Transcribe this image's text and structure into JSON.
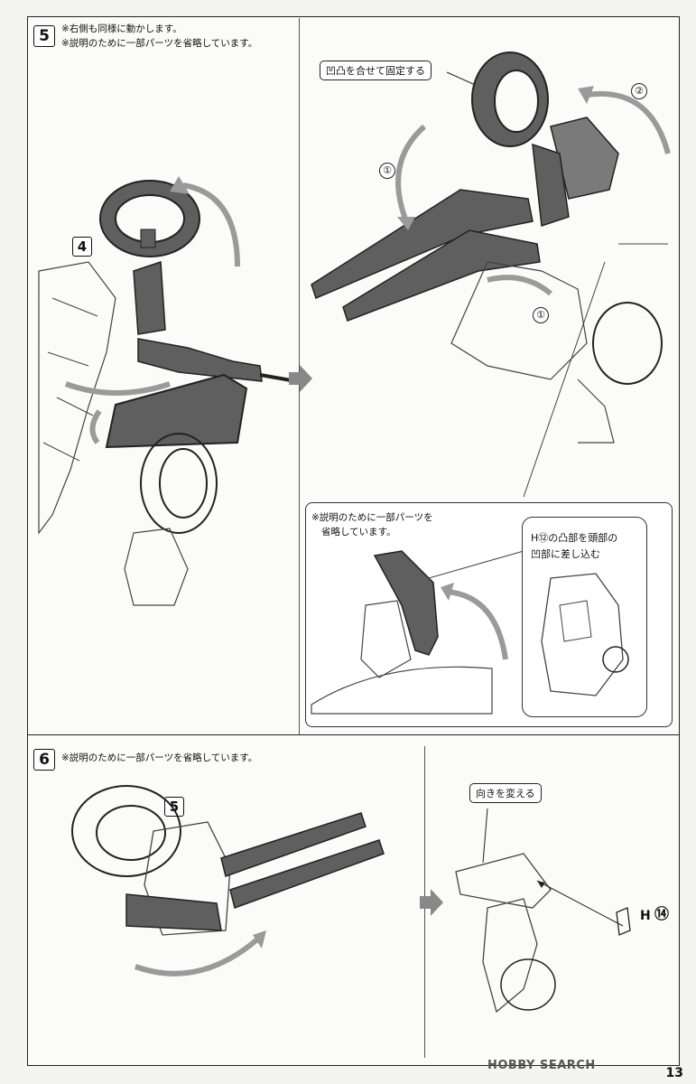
{
  "page_number": "13",
  "watermark": "HOBBY SEARCH",
  "step5": {
    "number": "5",
    "notes": [
      "※右側も同様に動かします。",
      "※説明のために一部パーツを省略しています。"
    ],
    "ref_box": "4",
    "callout_fix": "凹凸を合せて固定する",
    "circled": [
      "①",
      "①",
      "②"
    ],
    "inset_note_line1": "※説明のために一部パーツを",
    "inset_note_line2": "省略しています。",
    "bubble_text_line1": "H⑫の凸部を頭部の",
    "bubble_text_line2": "凹部に差し込む"
  },
  "step6": {
    "number": "6",
    "note": "※説明のために一部パーツを省略しています。",
    "ref_box": "5",
    "callout_turn": "向きを変える",
    "part_label": "H",
    "part_number": "⑭"
  },
  "colors": {
    "part_dark": "#5f5f5f",
    "line": "#222222",
    "arrow_gray": "#9a9a9a"
  }
}
